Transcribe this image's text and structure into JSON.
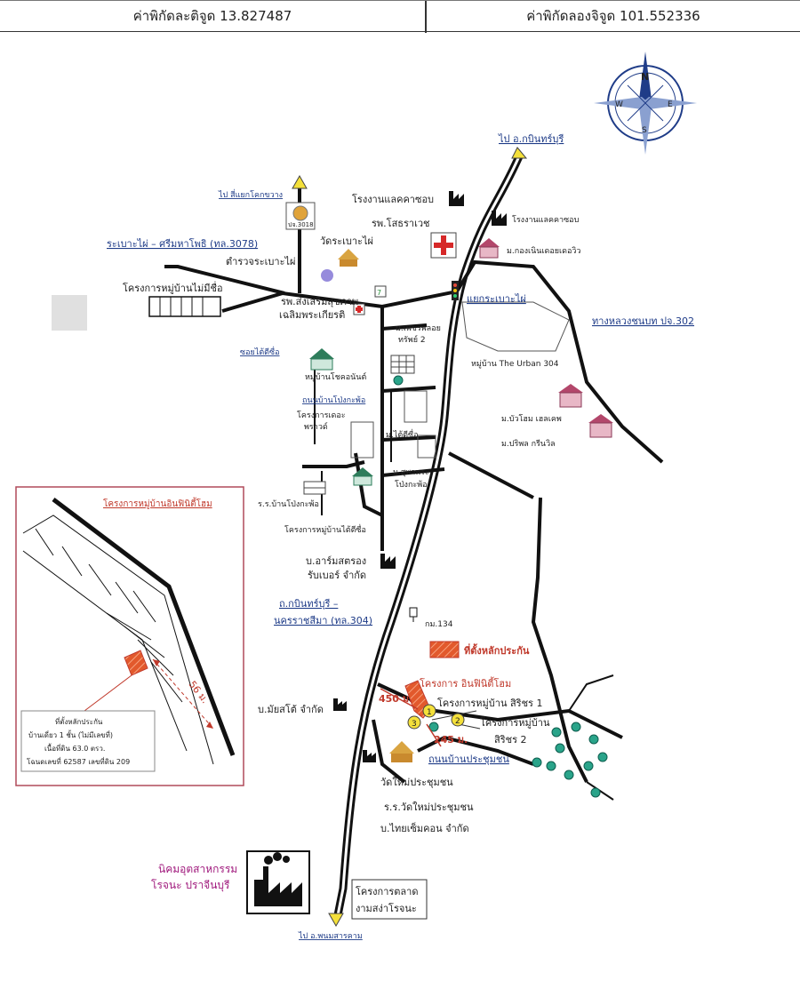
{
  "header": {
    "latitude": "ค่าพิกัดละติจูด 13.827487",
    "longitude": "ค่าพิกัดลองจิจูด 101.552336"
  },
  "compass": {
    "n": "N",
    "s": "S",
    "e": "E",
    "w": "W"
  },
  "directions": {
    "north": "ไป อ.กบินทร์บุรี",
    "northwest": "ไป สี่แยกโคกขวาง",
    "south": "ไป อ.พนมสารคาม"
  },
  "roads": {
    "road_3078": "ระเบาะไผ่ – ศรีมหาโพธิ (ทล.3078)",
    "road_302": "ทางหลวงชนบท ปจ.302",
    "road_304_a": "ถ.กบินทร์บุรี –",
    "road_304_b": "นครราชสีมา (ทล.304)",
    "soi_taiteesue": "ซอยไต้ตีซื่อ",
    "road_ban_ngong_phra": "ถนนบ้านโป่งกะพ้อ",
    "road_prachumchon": "ถนนบ้านประชุมชน"
  },
  "places": {
    "factory_latex_1": "โรงงานแลคคาซอบ",
    "factory_latex_2": "โรงงานแลคคาซอบ",
    "hospital": "รพ.โสธราเวช",
    "sign_badge": "ปจ.3018",
    "temple_rabaopai": "วัดระเบาะไผ่",
    "police": "ตำรวจระเบาะไผ่",
    "project_taiteesue_top": "โครงการหมู่บ้านไม่มีชื่อ",
    "health_center_1": "รพ.ส่งเสริมสุขภาพ",
    "health_center_2": "เฉลิมพระเกียรติ",
    "junction": "แยกระเบาะไผ่",
    "village_kongnin": "ม.กองเนินเดอยเดอวิว",
    "village_petch_1": "ม.เพชรพลอย",
    "village_petch_2": "ทรัพย์ 2",
    "village_urban": "หมู่บ้าน The Urban 304",
    "village_chokchai": "หมู่บ้านโชคอนันต์",
    "project_delaprai_1": "โครงการเดอะ",
    "project_delaprai_2": "พราวด์",
    "village_taitee": "ม.ไต้ตีซื่อ",
    "village_buahom": "ม.บัวโฮม เฮลเคพ",
    "village_pripol": "ม.ปริพล กรีนวิล",
    "village_supphra_1": "ม.สุพาพระ",
    "village_supphra_2": "โป่งกะพ้อ",
    "school_ngongphra": "ร.ร.บ้านโป่งกะพ้อ",
    "project_taitee_bottom": "โครงการหมู่บ้านไต้ตีซื่อ",
    "company_arms_1": "บ.อาร์มสตรอง",
    "company_arms_2": "รับเบอร์ จำกัด",
    "km_marker": "กม.134",
    "collateral_legend": "ที่ตั้งหลักประกัน",
    "project_infinity": "โครงการ อินฟินิตี้โฮม",
    "project_sirichot_1": "โครงการหมู่บ้าน สิริชร 1",
    "project_sirichot_2_a": "โครงการหมู่บ้าน",
    "project_sirichot_2_b": "สิริชร 2",
    "company_mayasote": "บ.มัยสโต้ จำกัด",
    "temple_prachum": "วัดใหม่ประชุมชน",
    "school_prachum": "ร.ร.วัดใหม่ประชุมชน",
    "company_thaicement": "บ.ไทยเซ็มคอน จำกัด",
    "industrial_1": "นิคมอุตสาหกรรม",
    "industrial_2": "โรจนะ ปราจีนบุรี",
    "market_1": "โครงการตลาด",
    "market_2": "งามสง่าโรจนะ",
    "dist_450": "450 ม.",
    "dist_245": "245 ม.",
    "marker_1": "1",
    "marker_2": "2",
    "marker_3": "3"
  },
  "inset": {
    "title": "โครงการหมู่บ้านอินฟินิตี้โฮม",
    "distance": "56 ม.",
    "note_1": "ที่ตั้งหลักประกัน",
    "note_2": "บ้านเดี่ยว 1 ชั้น (ไม่มีเลขที่)",
    "note_3": "เนื้อที่ดิน 63.0 ตรว.",
    "note_4": "โฉนดเลขที่ 62587 เลขที่ดิน 209"
  },
  "colors": {
    "road": "#111111",
    "label_blue": "#1f3c88",
    "accent_red": "#c0392b",
    "parcel_orange": "#e2592c",
    "marker_yellow": "#f4e03a",
    "industrial_magenta": "#a01a7d"
  }
}
